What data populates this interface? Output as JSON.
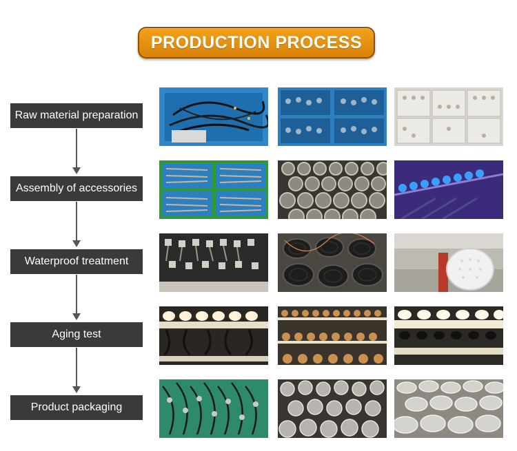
{
  "header": {
    "title": "PRODUCTION PROCESS"
  },
  "steps": [
    {
      "label": "Raw material preparation"
    },
    {
      "label": "Assembly of accessories"
    },
    {
      "label": "Waterproof treatment"
    },
    {
      "label": "Aging test"
    },
    {
      "label": "Product packaging"
    }
  ],
  "photo_rows": [
    [
      "blue crate of wired cable components",
      "blue trays of small parts",
      "sheets of LED circuit boards"
    ],
    [
      "green trays of assembled parts",
      "rows of lamp housings",
      "blue lit lamps under test"
    ],
    [
      "potted wired fixtures",
      "dark fixtures on black stands",
      "white lamp disc in machine"
    ],
    [
      "shelf of lit lamps aging",
      "racks of lamps aging",
      "white lit lamps on shelf"
    ],
    [
      "packaged green fixtures",
      "silver fixtures with cables",
      "pile of silver round fixtures"
    ]
  ],
  "colors": {
    "badge": "#e8950f",
    "step_box": "#3a3a3a",
    "arrow": "#555555"
  }
}
